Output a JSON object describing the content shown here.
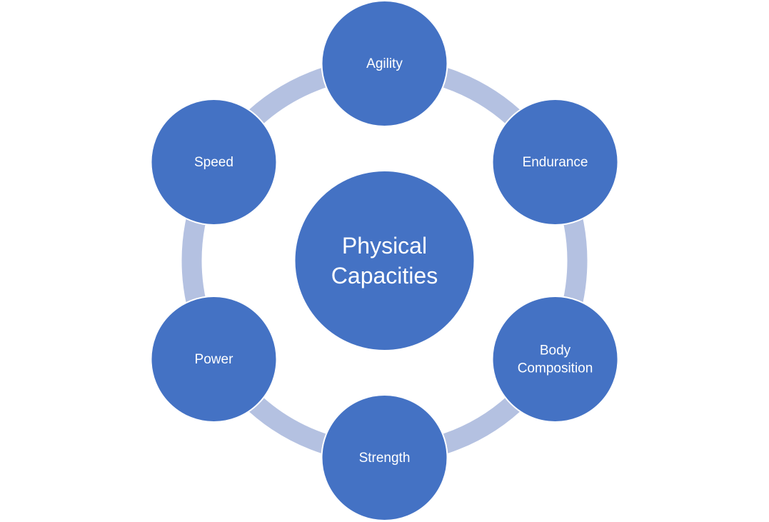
{
  "diagram": {
    "type": "cycle",
    "colors": {
      "node_fill": "#4472C4",
      "node_outline": "#ffffff",
      "ring": "#B4C1E1",
      "text": "#ffffff",
      "background": "#ffffff"
    },
    "center": {
      "label_lines": [
        "Physical",
        "Capacities"
      ]
    },
    "nodes": [
      {
        "id": "agility",
        "label_lines": [
          "Agility"
        ]
      },
      {
        "id": "endurance",
        "label_lines": [
          "Endurance"
        ]
      },
      {
        "id": "body-composition",
        "label_lines": [
          "Body",
          "Composition"
        ]
      },
      {
        "id": "strength",
        "label_lines": [
          "Strength"
        ]
      },
      {
        "id": "power",
        "label_lines": [
          "Power"
        ]
      },
      {
        "id": "speed",
        "label_lines": [
          "Speed"
        ]
      }
    ]
  }
}
